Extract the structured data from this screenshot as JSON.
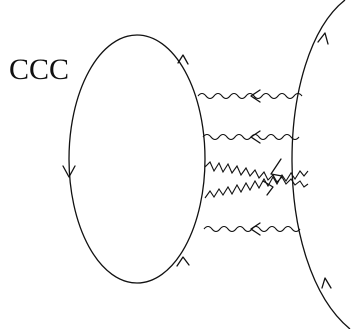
{
  "diagram": {
    "label": "CCC",
    "loop": {
      "name": "fermion-loop",
      "orientation": "counterclockwise"
    },
    "external_line": {
      "name": "external-fermion-line",
      "orientation": "upward"
    },
    "photon_lines": [
      {
        "name": "photon-line-1",
        "arrow": "toward-loop",
        "crossed": false
      },
      {
        "name": "photon-line-2",
        "arrow": "toward-loop",
        "crossed": false
      },
      {
        "name": "photon-line-3",
        "arrow": "toward-loop",
        "crossed": true
      },
      {
        "name": "photon-line-4",
        "arrow": "toward-external",
        "crossed": true
      },
      {
        "name": "photon-line-5",
        "arrow": "toward-loop",
        "crossed": false
      }
    ]
  }
}
